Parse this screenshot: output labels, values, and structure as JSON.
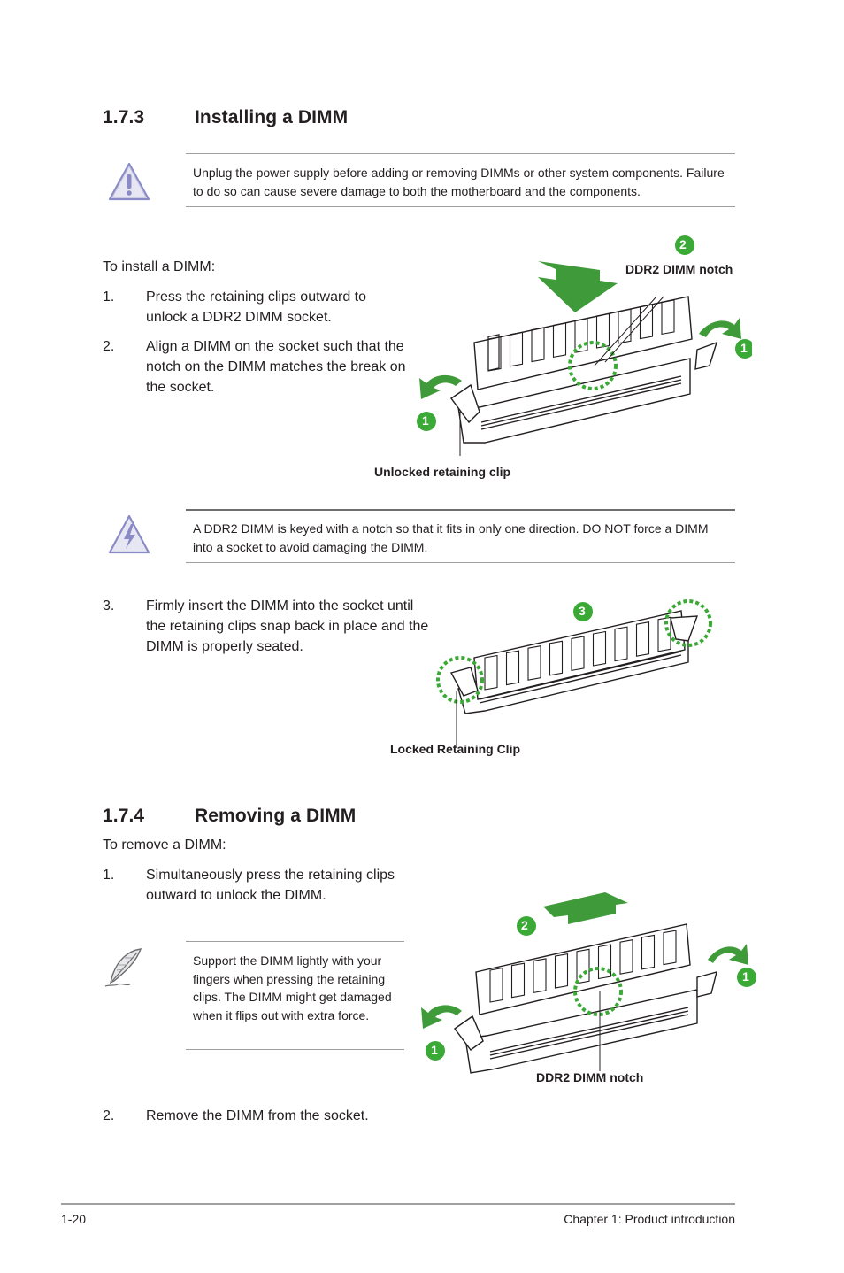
{
  "section_173": {
    "number": "1.7.3",
    "title": "Installing a DIMM",
    "warning_text": "Unplug the power supply before adding or removing DIMMs or other system components. Failure to do so can cause severe damage to both the motherboard and the components.",
    "intro": "To install a DIMM:",
    "steps": [
      {
        "num": "1.",
        "text": "Press the retaining clips outward to unlock a DDR2 DIMM socket."
      },
      {
        "num": "2.",
        "text": "Align a DIMM on the socket such that the notch on the DIMM matches the break on the socket."
      }
    ],
    "figure1": {
      "notch_label": "DDR2 DIMM notch",
      "clip_label": "Unlocked retaining clip",
      "badge_notch": "2",
      "badge_clip": "1"
    },
    "caution_text": "A DDR2 DIMM is keyed with a notch so that it fits in only one direction. DO NOT force a DIMM into a socket to avoid damaging the DIMM.",
    "step3": {
      "num": "3.",
      "text": "Firmly insert the DIMM into the socket until the retaining clips snap back in place and the DIMM is properly seated."
    },
    "figure2": {
      "clip_label": "Locked Retaining Clip",
      "badge": "3"
    }
  },
  "section_174": {
    "number": "1.7.4",
    "title": "Removing a DIMM",
    "intro": "To remove a DIMM:",
    "step1": {
      "num": "1.",
      "text": "Simultaneously press the retaining clips outward to unlock the DIMM."
    },
    "note_text": "Support the DIMM lightly with your fingers when pressing the retaining clips. The DIMM might get damaged when it flips out with extra force.",
    "figure3": {
      "notch_label": "DDR2 DIMM notch",
      "badge_lift": "2",
      "badge_clip": "1"
    },
    "step2": {
      "num": "2.",
      "text": "Remove the DIMM from the socket."
    }
  },
  "footer": {
    "page": "1-20",
    "chapter": "Chapter 1: Product introduction"
  },
  "colors": {
    "green": "#3aa935",
    "arrow_green": "#3f9b3a",
    "icon_purple": "#8a8bc6"
  },
  "icons": {
    "warning": "warning-triangle-icon",
    "caution": "lightning-triangle-icon",
    "note": "feather-quill-icon"
  }
}
